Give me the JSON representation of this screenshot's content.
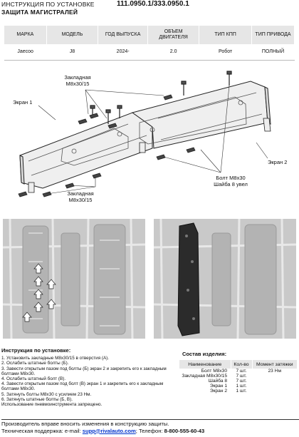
{
  "header": {
    "line1": "ИНСТРУКЦИЯ ПО УСТАНОВКЕ",
    "line2": "ЗАЩИТА МАГИСТРАЛЕЙ",
    "part_number": "111.0950.1/333.0950.1"
  },
  "specs": {
    "headers": [
      "МАРКА",
      "МОДЕЛЬ",
      "ГОД ВЫПУСКА",
      "ОБЪЕМ ДВИГАТЕЛЯ",
      "ТИП КПП",
      "ТИП ПРИВОДА"
    ],
    "row": [
      "Jaecoo",
      "J8",
      "2024-",
      "2.0",
      "Робот",
      "ПОЛНЫЙ"
    ]
  },
  "diagram": {
    "label_zakladnaya_top": "Закладная М8х30/15",
    "label_ekran1": "Экран 1",
    "label_ekran2": "Экран 2",
    "label_bolt": "Болт М8х30 Шайба 8 увел",
    "label_zakladnaya_bottom": "Закладная М8х30/15"
  },
  "instructions": {
    "title": "Инструкция по установке:",
    "steps": [
      "1. Установить закладные М8х30/15 в отверстия (А).",
      "2. Ослабить штатные болты (Б).",
      "3. Завести открытым пазом под болты (Б) экран 2 и закрепить его к закладным болтами М8х30.",
      "4. Ослабить штатный болт (В).",
      "4. Завести открытым пазом под болт (В) экран 1 и закрепить его к закладным болтами М8х30.",
      "5. Затянуть болты М8х30 с усилием 23 Нм.",
      "6. Затянуть штатные болты (Б, В).",
      "Использование пневмоинструмента запрещено."
    ]
  },
  "parts": {
    "title": "Состав изделия:",
    "headers": [
      "Наименование",
      "Кол-во",
      "Момент затяжки"
    ],
    "rows": [
      {
        "name": "Болт М8х30",
        "qty": "7 шт.",
        "torque": "23 Нм"
      },
      {
        "name": "Закладная М8х30/15",
        "qty": "7 шт.",
        "torque": ""
      },
      {
        "name": "Шайба 8",
        "qty": "7 шт.",
        "torque": ""
      },
      {
        "name": "Экран 1",
        "qty": "1 шт.",
        "torque": ""
      },
      {
        "name": "Экран 2",
        "qty": "1 шт.",
        "torque": ""
      }
    ]
  },
  "footer": {
    "line1": "Производитель вправе вносить изменения в конструкцию защиты.",
    "support_prefix": "Техническая поддержка:  e-mail: ",
    "email": "supp@rivalauto.com",
    "phone_prefix": "; Телефон: ",
    "phone": "8-800-555-60-43"
  },
  "colors": {
    "header_gray": "#e6e6e6",
    "link": "#0033cc",
    "shield": "#2b2b2b"
  }
}
